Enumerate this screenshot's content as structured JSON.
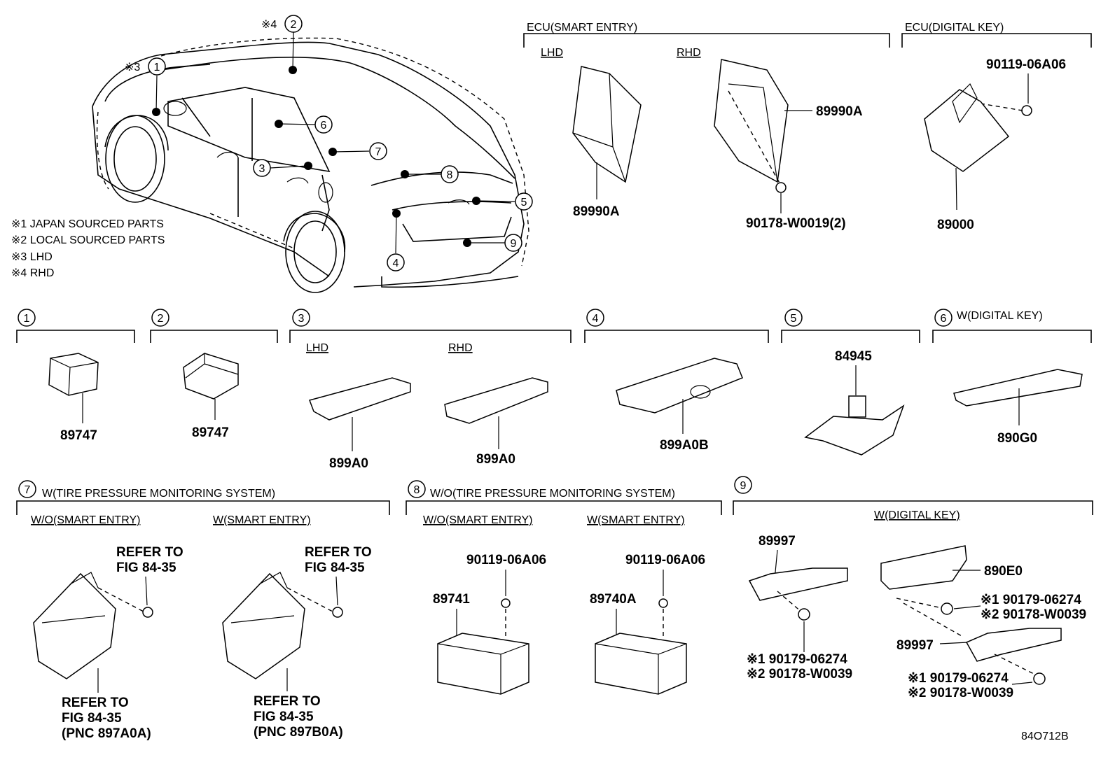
{
  "notes": [
    "※1 JAPAN SOURCED PARTS",
    "※2 LOCAL SOURCED PARTS",
    "※3 LHD",
    "※4 RHD"
  ],
  "car_marks": {
    "n1": "※3",
    "n2": "※4"
  },
  "callout_numbers": [
    "1",
    "2",
    "3",
    "4",
    "5",
    "6",
    "7",
    "8",
    "9"
  ],
  "ecu_smart_entry": {
    "title": "ECU(SMART ENTRY)",
    "lhd": "LHD",
    "rhd": "RHD",
    "lhd_part": "89990A",
    "rhd_part": "89990A",
    "nut": "90178-W0019(2)"
  },
  "ecu_digital_key": {
    "title": "ECU(DIGITAL KEY)",
    "screw": "90119-06A06",
    "part": "89000"
  },
  "section1": {
    "part": "89747"
  },
  "section2": {
    "part": "89747"
  },
  "section3": {
    "lhd": "LHD",
    "rhd": "RHD",
    "lhd_part": "899A0",
    "rhd_part": "899A0"
  },
  "section4": {
    "part": "899A0B"
  },
  "section5": {
    "part": "84945"
  },
  "section6": {
    "title": "W(DIGITAL KEY)",
    "part": "890G0"
  },
  "section7": {
    "title": "W(TIRE PRESSURE MONITORING SYSTEM)",
    "left_sub": "W/O(SMART ENTRY)",
    "right_sub": "W(SMART ENTRY)",
    "refer_to": "REFER TO",
    "fig": "FIG 84-35",
    "pnc_left": "(PNC 897A0A)",
    "pnc_right": "(PNC 897B0A)"
  },
  "section8": {
    "title": "W/O(TIRE PRESSURE MONITORING SYSTEM)",
    "left_sub": "W/O(SMART ENTRY)",
    "right_sub": "W(SMART ENTRY)",
    "screw": "90119-06A06",
    "left_part": "89741",
    "right_part": "89740A"
  },
  "section9": {
    "title": "W(DIGITAL KEY)",
    "part_a": "89997",
    "part_b": "890E0",
    "part_c": "89997",
    "jp_nut": "※1 90179-06274",
    "local_nut": "※2 90178-W0039"
  },
  "figure_id": "84O712B"
}
